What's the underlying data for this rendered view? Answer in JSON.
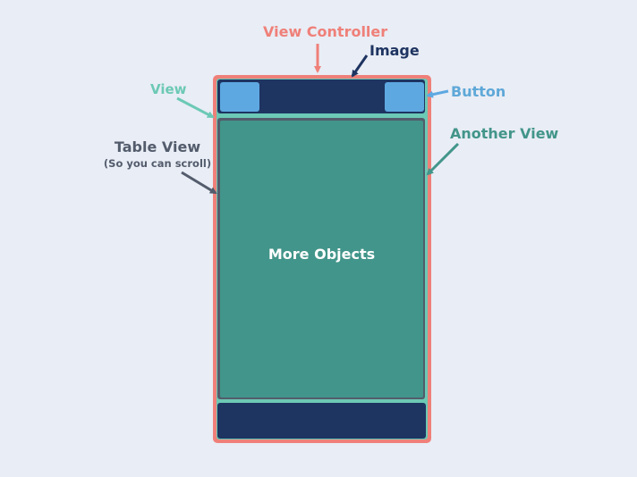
{
  "labels": {
    "view_controller": "View Controller",
    "image": "Image",
    "view": "View",
    "button": "Button",
    "another_view": "Another View",
    "table_view": "Table View",
    "table_view_note": "(So you can scroll)",
    "more_objects": "More Objects"
  },
  "colors": {
    "background": "#e9edf5",
    "view_controller": "#ef8079",
    "image": "#1e3461",
    "view": "#6cc9b5",
    "button": "#5ea8e1",
    "another_view": "#42958a",
    "table_view": "#535c6c"
  }
}
